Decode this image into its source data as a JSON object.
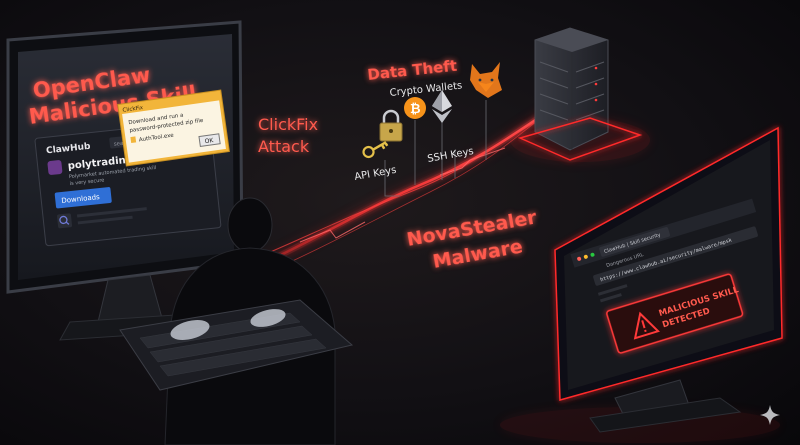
{
  "headline": {
    "line1": "OpenClaw",
    "line2": "Malicious Skill"
  },
  "clickfix": {
    "line1": "ClickFix",
    "line2": "Attack"
  },
  "novastealer": {
    "line1": "NovaStealer",
    "line2": "Malware"
  },
  "data_theft": {
    "title": "Data Theft",
    "crypto": "Crypto Wallets",
    "api_keys": "API Keys",
    "ssh_keys": "SSH Keys"
  },
  "left_monitor": {
    "brand": "ClawHub",
    "search_hint": "search...",
    "skill_name": "polytrading",
    "skill_desc_1": "Polymarket automated trading skill",
    "skill_desc_2": "is very secure",
    "download_label": "Downloads",
    "dialog_title": "ClickFix",
    "dialog_line1": "Download and run a",
    "dialog_line2": "password-protected zip file",
    "dialog_line3": "AuthTool.exe",
    "dialog_ok": "OK"
  },
  "right_monitor": {
    "tab_label": "ClawHub | Skill security",
    "warning_hint": "Dangerous URL",
    "url": "https://www.clawhub.ai/security/malware/mpsk",
    "alert_line1": "MALICIOUS SKILL",
    "alert_line2": "DETECTED"
  },
  "colors": {
    "accent_red": "#ff4a3d",
    "laser_red": "#ff2a2a",
    "screen_blue": "#2f6fd6",
    "dialog_yellow": "#f2b53a",
    "bitcoin_orange": "#f7931a"
  },
  "icons": [
    "padlock-icon",
    "key-icon",
    "bitcoin-icon",
    "ethereum-icon",
    "metamask-fox-icon",
    "server-icon",
    "warning-icon",
    "sparkle-icon"
  ]
}
